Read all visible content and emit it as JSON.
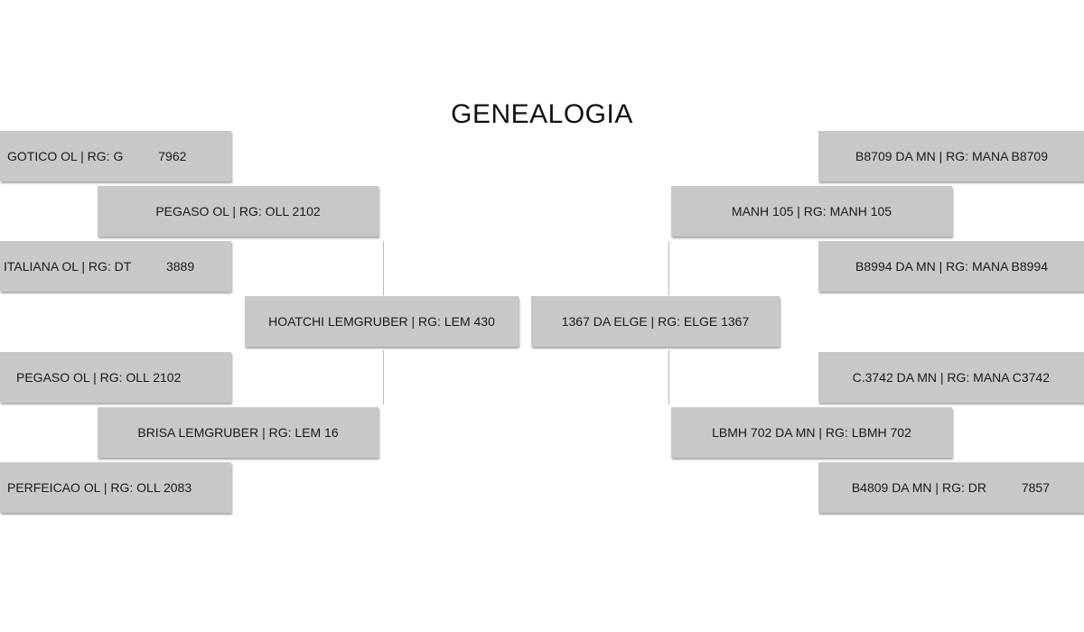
{
  "title": "GENEALOGIA",
  "colors": {
    "box_fill": "#c8c8c8",
    "text": "#1a1a1a",
    "connector": "#b8b8b8",
    "background": "#ffffff"
  },
  "sire_side": {
    "subject": "HOATCHI LEMGRUBER | RG: LEM 430",
    "sire": "PEGASO OL | RG: OLL 2102",
    "dam": "BRISA LEMGRUBER | RG: LEM 16",
    "sire_sire": "GOTICO OL | RG: G          7962",
    "sire_dam": "ITALIANA OL | RG: DT          3889",
    "dam_sire": "PEGASO OL | RG: OLL 2102",
    "dam_dam": "PERFEICAO OL | RG: OLL 2083"
  },
  "dam_side": {
    "subject": "1367 DA ELGE | RG: ELGE 1367",
    "sire": "MANH 105 | RG: MANH 105",
    "dam": "LBMH 702 DA MN | RG: LBMH 702",
    "sire_sire": "B8709 DA MN | RG: MANA B8709",
    "sire_dam": "B8994 DA MN | RG: MANA B8994",
    "dam_sire": "C.3742 DA MN | RG: MANA C3742",
    "dam_dam": "B4809 DA MN | RG: DR          7857"
  }
}
